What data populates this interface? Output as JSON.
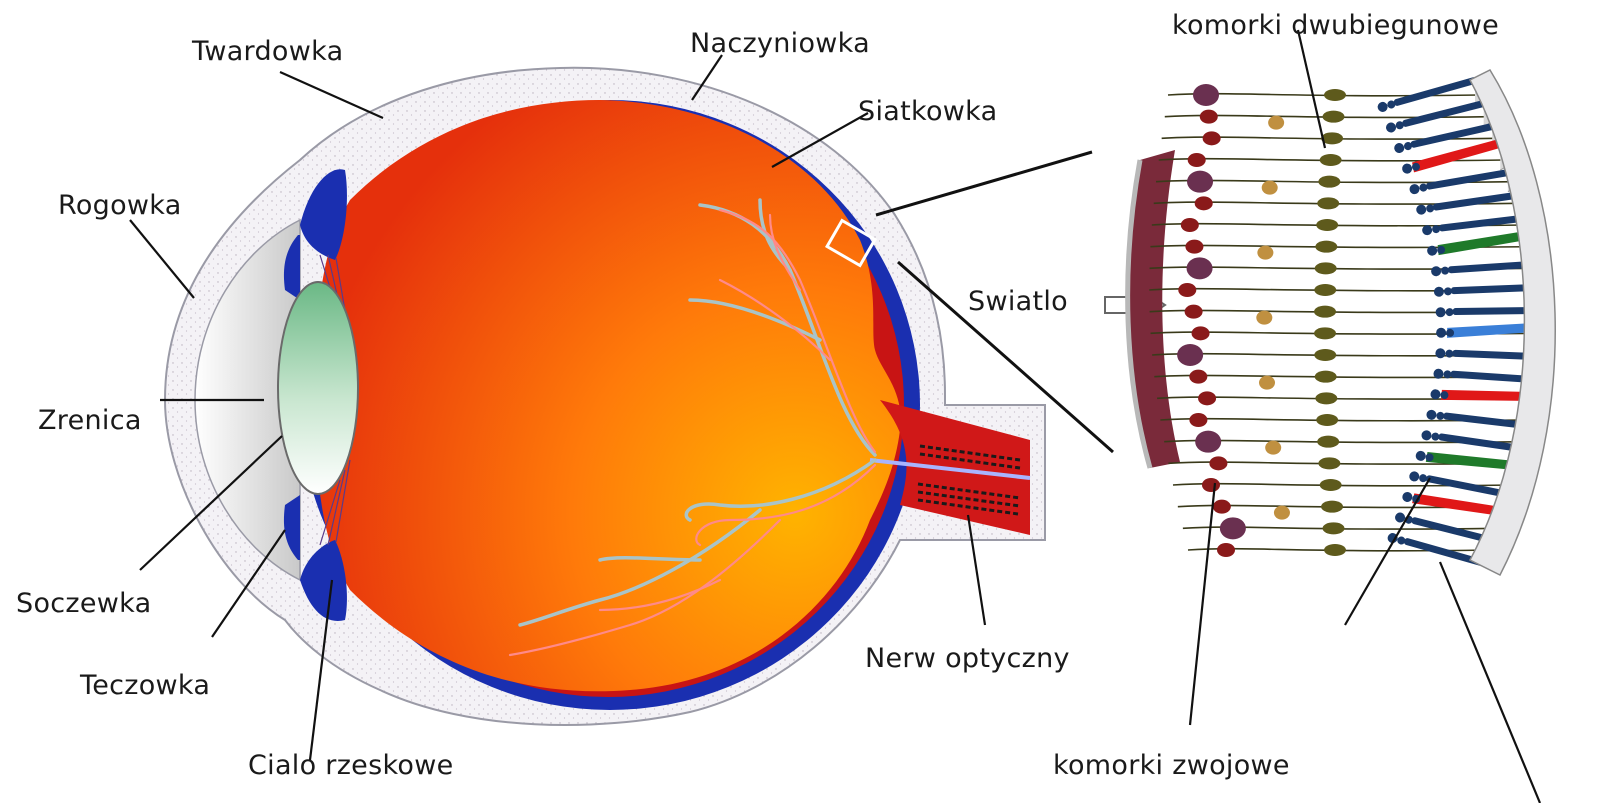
{
  "labels": {
    "twardowka": "Twardowka",
    "naczyniowka": "Naczyniowka",
    "siatkowka": "Siatkowka",
    "rogowka": "Rogowka",
    "zrenica": "Zrenica",
    "soczewka": "Soczewka",
    "teczowka": "Teczowka",
    "cialo_rzeskowe": "Cialo rzeskowe",
    "nerw_optyczny": "Nerw optyczny",
    "swiatlo": "Swiatlo",
    "komorki_dwubiegunowe": "komorki dwubiegunowe",
    "komorki_zwojowe": "komorki zwojowe"
  },
  "colors": {
    "sclera_fill": "#f2f0f4",
    "choroid": "#1a2fb0",
    "retina_outer": "#c81414",
    "vitreous_inner": "#ffb300",
    "vitreous_outer": "#e83a0a",
    "lens_top": "#6ab885",
    "lens_bottom": "#ffffff",
    "optic_nerve": "#d01818",
    "blood_vessel": "#ff8a8a",
    "vein": "#a9c4c8",
    "cone_red": "#e01818",
    "cone_green": "#1f7a2a",
    "cone_blue": "#3a7fd8",
    "rod": "#1a3a6a",
    "bipolar_cell": "#5e5a1c",
    "ganglion_cell": "#8a1a1a",
    "horizontal_cell": "#6a3050"
  }
}
